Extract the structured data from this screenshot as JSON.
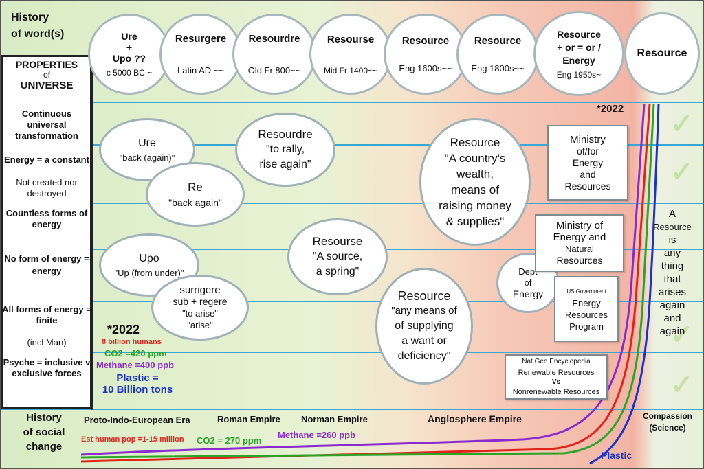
{
  "header": {
    "history_of_words": [
      "History",
      "of word(s)"
    ],
    "properties_title": [
      "PROPERTIES",
      "of",
      "UNIVERSE"
    ]
  },
  "top_words": [
    {
      "word": "Ure\n+\nUpo  ??",
      "note": "c 5000 BC ~"
    },
    {
      "word": "Resurgere",
      "note": "Latin AD ~~"
    },
    {
      "word": "Resourdre",
      "note": "Old Fr 800~~"
    },
    {
      "word": "Resourse",
      "note": "Mid Fr 1400~~"
    },
    {
      "word": "Resource",
      "note": "Eng 1600s~~"
    },
    {
      "word": "Resource",
      "note": "Eng 1800s~~"
    },
    {
      "word": "Resource\n+ or  = or /\nEnergy",
      "note": "Eng 1950s~"
    },
    {
      "word": "Resource",
      "note": ""
    }
  ],
  "properties": [
    "Continuous universal transformation",
    "Energy = a constant",
    "Not created nor destroyed",
    "Countless forms of energy",
    "No form of energy = energy",
    "All forms of energy = finite",
    "(incl Man)",
    "Psyche = inclusive v exclusive forces"
  ],
  "meanings": {
    "ure": [
      "Ure",
      "\"back (again)\""
    ],
    "re": [
      "Re",
      "\"back again\""
    ],
    "upo": [
      "Upo",
      "\"Up (from under)\""
    ],
    "surrigere": [
      "surrigere",
      "sub + regere",
      "\"to arise\"",
      "\"arise\""
    ],
    "resourdre": [
      "Resourdre",
      "\"to rally,",
      "rise again\""
    ],
    "resourse": [
      "Resourse",
      "\"A source,",
      "a spring\""
    ],
    "resource_wealth": [
      "Resource",
      "\"A country's",
      "wealth,",
      "means of",
      "raising money",
      "& supplies\""
    ],
    "resource_want": [
      "Resource",
      "\"any means of",
      "of supplying",
      "a want or",
      "deficiency\""
    ]
  },
  "boxes": {
    "ministry1": [
      "Ministry",
      "of/for",
      "Energy",
      "and",
      "Resources"
    ],
    "ministry2": [
      "Ministry of",
      "Energy and",
      "Natural",
      "Resources"
    ],
    "dept": [
      "Dept",
      "of",
      "Energy"
    ],
    "usgov": [
      "US Government",
      "Energy",
      "Resources",
      "Program"
    ],
    "natgeo": [
      "Nat Geo Encyclopedia",
      "Renewable Resources",
      "Vs",
      "Nonrenewable Resources"
    ]
  },
  "definition": [
    "A",
    "Resource",
    "is",
    "any",
    "thing",
    "that",
    "arises",
    "again",
    "and",
    "again"
  ],
  "stats_2022": {
    "year": "*2022",
    "humans": "8 billion humans",
    "co2": "CO2 =420 ppm",
    "methane": "Methane =400 ppb",
    "plastic": [
      "Plastic =",
      "10 Billion tons"
    ]
  },
  "year_top": "*2022",
  "social": {
    "title": [
      "History",
      "of social",
      "change"
    ],
    "eras": [
      "Proto-Indo-European Era",
      "Roman Empire",
      "Norman Empire",
      "Anglosphere Empire"
    ],
    "compassion": [
      "Compassion",
      "(Science)"
    ],
    "pop": "Est human pop =1-15 million",
    "co2": "CO2 = 270 ppm",
    "methane": "Methane =260 ppb",
    "plastic": "Plastic"
  },
  "colors": {
    "red": "#e0241b",
    "green": "#2aa52a",
    "purple": "#8a2bd0",
    "blue": "#1a33c8",
    "line": "#35a8d8"
  }
}
